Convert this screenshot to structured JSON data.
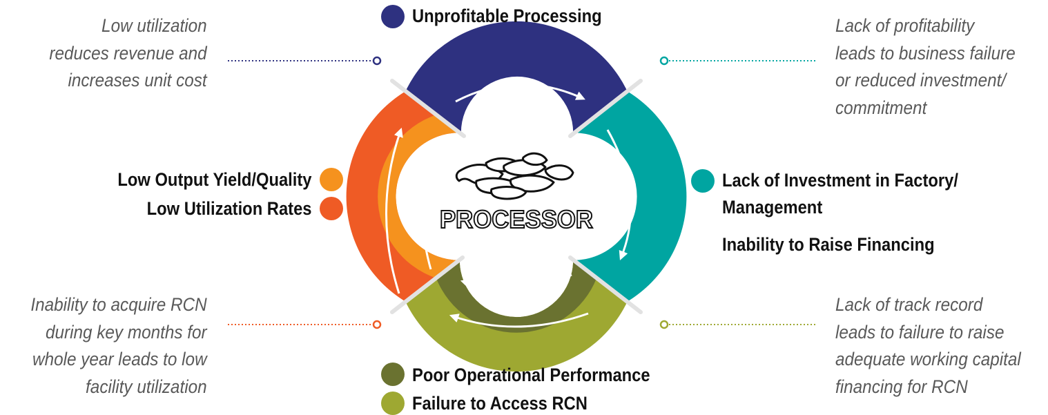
{
  "center_label": "PROCESSOR",
  "colors": {
    "navy": "#2e3180",
    "teal": "#00a5a1",
    "olive_dark": "#6a7230",
    "olive_light": "#9ea832",
    "orange_light": "#f5921e",
    "orange_dark": "#ef5b25",
    "note_text": "#595959"
  },
  "icons": {
    "center": "cashew-nuts-icon",
    "arrows": "clockwise-arrow-icon"
  },
  "segments": {
    "top": {
      "label": "Unprofitable Processing",
      "color": "#2e3180"
    },
    "right": {
      "label_1": "Lack of Investment in Factory/",
      "label_2": "Management",
      "label_3": "Inability to Raise Financing",
      "color": "#00a5a1"
    },
    "bottom": {
      "label_1": "Poor Operational Performance",
      "color_1": "#6a7230",
      "label_2": "Failure to Access RCN",
      "color_2": "#9ea832"
    },
    "left": {
      "label_1": "Low Output Yield/Quality",
      "color_1": "#f5921e",
      "label_2": "Low Utilization Rates",
      "color_2": "#ef5b25"
    }
  },
  "notes": {
    "top_left": [
      "Low utilization",
      "reduces revenue and",
      "increases unit cost"
    ],
    "top_right": [
      "Lack of profitability",
      "leads to business failure",
      "or reduced investment/",
      "commitment"
    ],
    "bottom_left": [
      "Inability to acquire RCN",
      "during key months for",
      "whole year leads to low",
      "facility utilization"
    ],
    "bottom_right": [
      "Lack of track record",
      "leads to failure to raise",
      "adequate working capital",
      "financing for RCN"
    ]
  }
}
